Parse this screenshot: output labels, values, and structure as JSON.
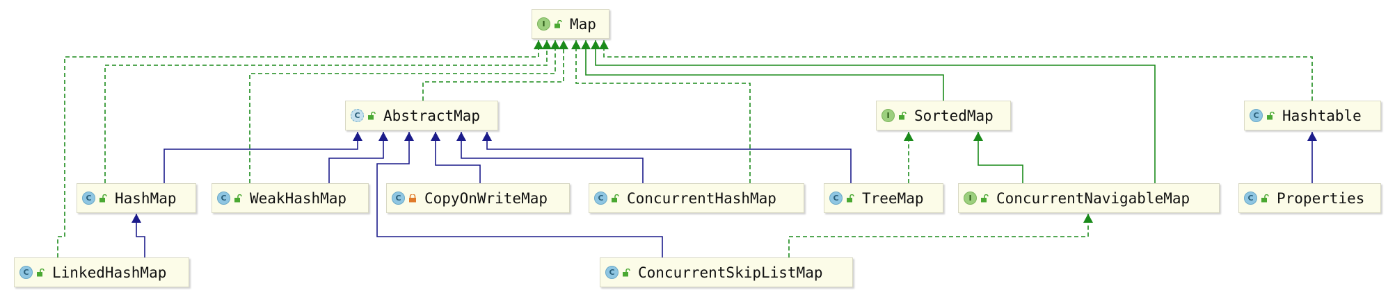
{
  "diagram": {
    "nodes": [
      {
        "id": "map",
        "label": "Map",
        "kind": "interface",
        "access": "public"
      },
      {
        "id": "abstractmap",
        "label": "AbstractMap",
        "kind": "abstract",
        "access": "public"
      },
      {
        "id": "sortedmap",
        "label": "SortedMap",
        "kind": "interface",
        "access": "public"
      },
      {
        "id": "hashtable",
        "label": "Hashtable",
        "kind": "class",
        "access": "public"
      },
      {
        "id": "hashmap",
        "label": "HashMap",
        "kind": "class",
        "access": "public"
      },
      {
        "id": "weakhashmap",
        "label": "WeakHashMap",
        "kind": "class",
        "access": "public"
      },
      {
        "id": "copyonwritemap",
        "label": "CopyOnWriteMap",
        "kind": "class",
        "access": "private",
        "final": true
      },
      {
        "id": "concurrenthashmap",
        "label": "ConcurrentHashMap",
        "kind": "class",
        "access": "public"
      },
      {
        "id": "treemap",
        "label": "TreeMap",
        "kind": "class",
        "access": "public"
      },
      {
        "id": "concurrentnavigablemap",
        "label": "ConcurrentNavigableMap",
        "kind": "interface",
        "access": "public"
      },
      {
        "id": "properties",
        "label": "Properties",
        "kind": "class",
        "access": "public"
      },
      {
        "id": "linkedhashmap",
        "label": "LinkedHashMap",
        "kind": "class",
        "access": "public"
      },
      {
        "id": "concurrentskiplistmap",
        "label": "ConcurrentSkipListMap",
        "kind": "class",
        "access": "public"
      }
    ],
    "edges": [
      {
        "from": "linkedhashmap",
        "to": "map",
        "type": "implements"
      },
      {
        "from": "hashmap",
        "to": "map",
        "type": "implements"
      },
      {
        "from": "weakhashmap",
        "to": "map",
        "type": "implements"
      },
      {
        "from": "abstractmap",
        "to": "map",
        "type": "implements"
      },
      {
        "from": "concurrenthashmap",
        "to": "map",
        "type": "implements"
      },
      {
        "from": "sortedmap",
        "to": "map",
        "type": "extends-interface"
      },
      {
        "from": "concurrentnavigablemap",
        "to": "map",
        "type": "extends-interface"
      },
      {
        "from": "hashtable",
        "to": "map",
        "type": "implements"
      },
      {
        "from": "hashmap",
        "to": "abstractmap",
        "type": "extends"
      },
      {
        "from": "weakhashmap",
        "to": "abstractmap",
        "type": "extends"
      },
      {
        "from": "concurrentskiplistmap",
        "to": "abstractmap",
        "type": "extends"
      },
      {
        "from": "copyonwritemap",
        "to": "abstractmap",
        "type": "extends"
      },
      {
        "from": "concurrenthashmap",
        "to": "abstractmap",
        "type": "extends"
      },
      {
        "from": "treemap",
        "to": "abstractmap",
        "type": "extends"
      },
      {
        "from": "treemap",
        "to": "sortedmap",
        "type": "implements"
      },
      {
        "from": "concurrentnavigablemap",
        "to": "sortedmap",
        "type": "extends-interface"
      },
      {
        "from": "concurrentskiplistmap",
        "to": "concurrentnavigablemap",
        "type": "implements"
      },
      {
        "from": "properties",
        "to": "hashtable",
        "type": "extends"
      },
      {
        "from": "linkedhashmap",
        "to": "hashmap",
        "type": "extends"
      }
    ]
  },
  "colors": {
    "extends": "#1b1b8a",
    "interface": "#1a8a1a",
    "node_fill": "#fcfce8",
    "node_border": "#d8d8c4"
  },
  "icons": {
    "class": "class-icon",
    "interface": "interface-icon",
    "abstract": "abstract-class-icon",
    "public": "unlock-icon",
    "private": "lock-icon"
  }
}
